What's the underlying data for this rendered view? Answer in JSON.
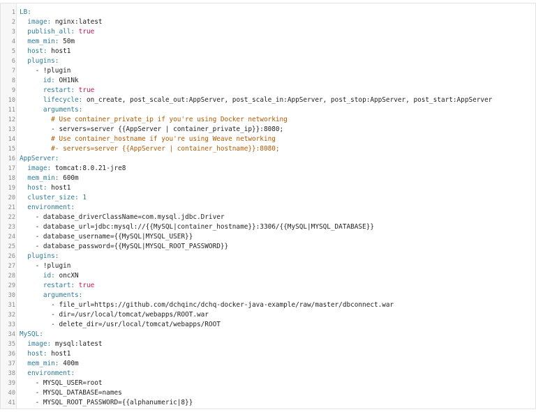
{
  "editor": {
    "lines": [
      {
        "num": "1",
        "indent": "",
        "key": "LB:",
        "value": "",
        "style": "kv"
      },
      {
        "num": "2",
        "indent": "  ",
        "key": "image:",
        "value": " nginx:latest",
        "style": "kv"
      },
      {
        "num": "3",
        "indent": "  ",
        "key": "publish_all:",
        "value": " true",
        "style": "kb"
      },
      {
        "num": "4",
        "indent": "  ",
        "key": "mem_min:",
        "value": " 50m",
        "style": "kv"
      },
      {
        "num": "5",
        "indent": "  ",
        "key": "host:",
        "value": " host1",
        "style": "kv"
      },
      {
        "num": "6",
        "indent": "  ",
        "key": "plugins:",
        "value": "",
        "style": "kv"
      },
      {
        "num": "7",
        "indent": "    ",
        "key": "",
        "value": "- !plugin",
        "style": "kv"
      },
      {
        "num": "8",
        "indent": "      ",
        "key": "id:",
        "value": " OH1Nk",
        "style": "kv"
      },
      {
        "num": "9",
        "indent": "      ",
        "key": "restart:",
        "value": " true",
        "style": "kb"
      },
      {
        "num": "10",
        "indent": "      ",
        "key": "lifecycle:",
        "value": " on_create, post_scale_out:AppServer, post_scale_in:AppServer, post_stop:AppServer, post_start:AppServer",
        "style": "kv"
      },
      {
        "num": "11",
        "indent": "      ",
        "key": "arguments:",
        "value": "",
        "style": "kv"
      },
      {
        "num": "12",
        "indent": "        ",
        "key": "",
        "value": "# Use container_private_ip if you're using Docker networking",
        "style": "comment"
      },
      {
        "num": "13",
        "indent": "        ",
        "key": "",
        "value": "- servers=server {{AppServer | container_private_ip}}:8080;",
        "style": "kv"
      },
      {
        "num": "14",
        "indent": "        ",
        "key": "",
        "value": "# Use container_hostname if you're using Weave networking",
        "style": "comment"
      },
      {
        "num": "15",
        "indent": "        ",
        "key": "",
        "value": "#- servers=server {{AppServer | container_hostname}}:8080;",
        "style": "comment"
      },
      {
        "num": "16",
        "indent": "",
        "key": "AppServer:",
        "value": "",
        "style": "kv"
      },
      {
        "num": "17",
        "indent": "  ",
        "key": "image:",
        "value": " tomcat:8.0.21-jre8",
        "style": "kv"
      },
      {
        "num": "18",
        "indent": "  ",
        "key": "mem_min:",
        "value": " 600m",
        "style": "kv"
      },
      {
        "num": "19",
        "indent": "  ",
        "key": "host:",
        "value": " host1",
        "style": "kv"
      },
      {
        "num": "20",
        "indent": "  ",
        "key": "cluster_size:",
        "value": " 1",
        "style": "kn"
      },
      {
        "num": "21",
        "indent": "  ",
        "key": "environment:",
        "value": "",
        "style": "kv"
      },
      {
        "num": "22",
        "indent": "    ",
        "key": "",
        "value": "- database_driverClassName=com.mysql.jdbc.Driver",
        "style": "kv"
      },
      {
        "num": "23",
        "indent": "    ",
        "key": "",
        "value": "- database_url=jdbc:mysql://{{MySQL|container_hostname}}:3306/{{MySQL|MYSQL_DATABASE}}",
        "style": "kv"
      },
      {
        "num": "24",
        "indent": "    ",
        "key": "",
        "value": "- database_username={{MySQL|MYSQL_USER}}",
        "style": "kv"
      },
      {
        "num": "25",
        "indent": "    ",
        "key": "",
        "value": "- database_password={{MySQL|MYSQL_ROOT_PASSWORD}}",
        "style": "kv"
      },
      {
        "num": "26",
        "indent": "  ",
        "key": "plugins:",
        "value": "",
        "style": "kv"
      },
      {
        "num": "27",
        "indent": "    ",
        "key": "",
        "value": "- !plugin",
        "style": "kv"
      },
      {
        "num": "28",
        "indent": "      ",
        "key": "id:",
        "value": " oncXN",
        "style": "kv"
      },
      {
        "num": "29",
        "indent": "      ",
        "key": "restart:",
        "value": " true",
        "style": "kb"
      },
      {
        "num": "30",
        "indent": "      ",
        "key": "arguments:",
        "value": "",
        "style": "kv"
      },
      {
        "num": "31",
        "indent": "        ",
        "key": "",
        "value": "- file_url=https://github.com/dchqinc/dchq-docker-java-example/raw/master/dbconnect.war",
        "style": "kv"
      },
      {
        "num": "32",
        "indent": "        ",
        "key": "",
        "value": "- dir=/usr/local/tomcat/webapps/ROOT.war",
        "style": "kv"
      },
      {
        "num": "33",
        "indent": "        ",
        "key": "",
        "value": "- delete_dir=/usr/local/tomcat/webapps/ROOT",
        "style": "kv"
      },
      {
        "num": "34",
        "indent": "",
        "key": "MySQL:",
        "value": "",
        "style": "kv"
      },
      {
        "num": "35",
        "indent": "  ",
        "key": "image:",
        "value": " mysql:latest",
        "style": "kv"
      },
      {
        "num": "36",
        "indent": "  ",
        "key": "host:",
        "value": " host1",
        "style": "kv"
      },
      {
        "num": "37",
        "indent": "  ",
        "key": "mem_min:",
        "value": " 400m",
        "style": "kv"
      },
      {
        "num": "38",
        "indent": "  ",
        "key": "environment:",
        "value": "",
        "style": "kv"
      },
      {
        "num": "39",
        "indent": "    ",
        "key": "",
        "value": "- MYSQL_USER=root",
        "style": "kv"
      },
      {
        "num": "40",
        "indent": "    ",
        "key": "",
        "value": "- MYSQL_DATABASE=names",
        "style": "kv"
      },
      {
        "num": "41",
        "indent": "    ",
        "key": "",
        "value": "- MYSQL_ROOT_PASSWORD={{alphanumeric|8}}",
        "style": "kv"
      }
    ]
  },
  "colors": {
    "key": "#2e7d9a",
    "boolean": "#c41a5a",
    "number": "#2e8b57",
    "comment": "#b25800",
    "text": "#222222"
  }
}
